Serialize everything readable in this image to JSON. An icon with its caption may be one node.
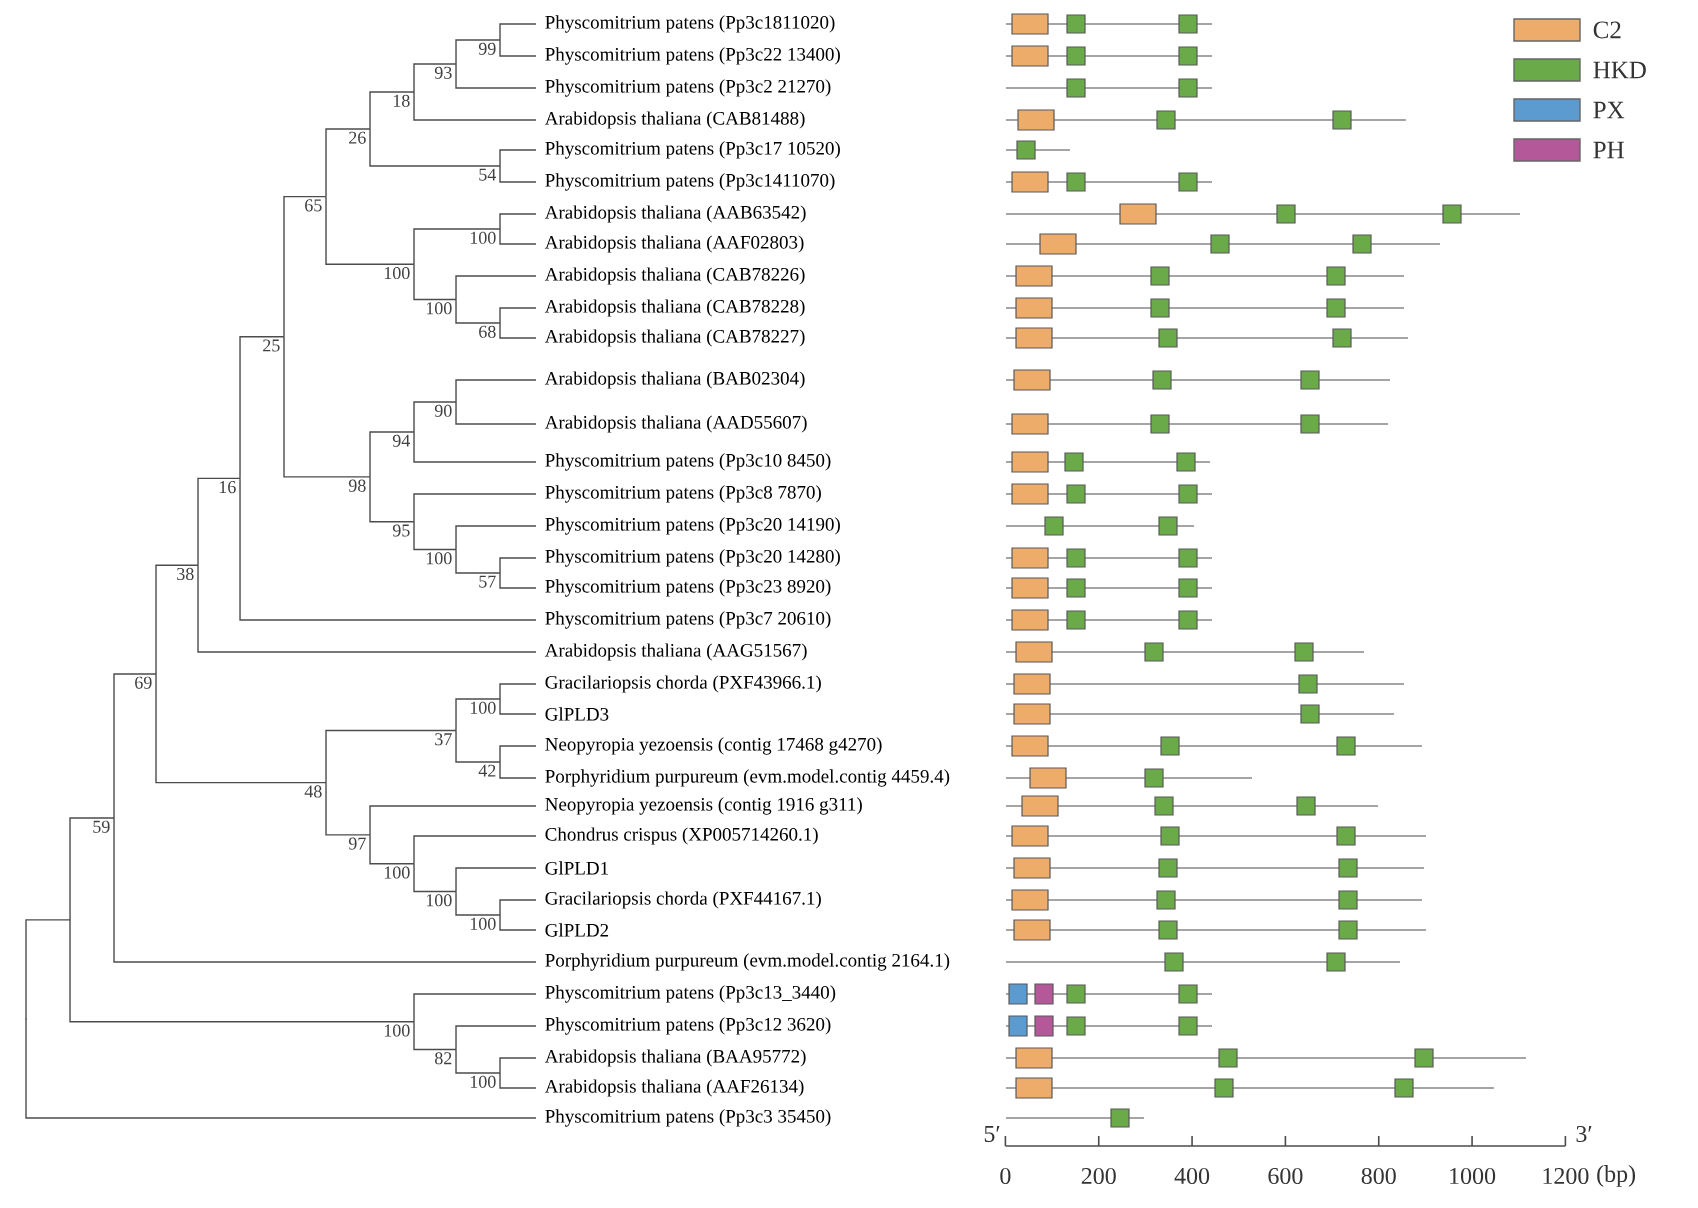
{
  "diagram": {
    "nodes": [
      {
        "text": [
          "Physcomitrium patens (Pp3c1811020)"
        ]
      },
      {
        "text": [
          "Physcomitrium patens (Pp3c22 13400)"
        ]
      },
      {
        "text": [
          "Physcomitrium patens (Pp3c2 21270)"
        ]
      },
      {
        "text": [
          "Arabidopsis thaliana (CAB81488)"
        ]
      },
      {
        "text": [
          "Physcomitrium patens (Pp3c17 10520)"
        ]
      },
      {
        "text": [
          "Physcomitrium patens (Pp3c1411070)"
        ]
      },
      {
        "text": [
          "Arabidopsis thaliana (AAB63542)"
        ]
      },
      {
        "text": [
          "Arabidopsis thaliana (AAF02803)"
        ]
      },
      {
        "text": [
          "Arabidopsis thaliana (CAB78226)"
        ]
      },
      {
        "text": [
          "Arabidopsis thaliana (CAB78228)"
        ]
      },
      {
        "text": [
          "Arabidopsis thaliana (CAB78227)"
        ]
      },
      {
        "text": [
          "Arabidopsis thaliana (BAB02304)"
        ]
      },
      {
        "text": [
          "Arabidopsis thaliana (AAD55607)"
        ]
      },
      {
        "text": [
          "Physcomitrium patens (Pp3c10 8450)"
        ]
      },
      {
        "text": [
          "Physcomitrium patens (Pp3c8 7870)"
        ]
      },
      {
        "text": [
          "Physcomitrium patens (Pp3c20 14190)"
        ]
      },
      {
        "text": [
          "Physcomitrium patens (Pp3c20 14280)"
        ]
      },
      {
        "text": [
          "Physcomitrium patens (Pp3c23 8920)"
        ]
      },
      {
        "text": [
          "Physcomitrium patens (Pp3c7 20610)"
        ]
      },
      {
        "text": [
          "Arabidopsis thaliana (AAG51567)"
        ]
      },
      {
        "text": [
          "Gracilariopsis chorda (PXF43966.1)"
        ]
      },
      {
        "text": [
          "GlPLD3"
        ]
      },
      {
        "text": [
          "Neopyropia yezoensis (contig 17468 g4270)"
        ]
      },
      {
        "text": [
          "Porphyridium purpureum (evm.model.contig 4459.4)"
        ]
      },
      {
        "text": [
          "Neopyropia yezoensis (contig 1916 g311)"
        ]
      },
      {
        "text": [
          "Chondrus crispus (XP005714260.1)"
        ]
      },
      {
        "text": [
          "GlPLD1"
        ]
      },
      {
        "text": [
          "Gracilariopsis chorda (PXF44167.1)"
        ]
      },
      {
        "text": [
          "GlPLD2"
        ]
      },
      {
        "text": [
          "Porphyridium purpureum (evm.model.contig 2164.1)"
        ]
      },
      {
        "text": [
          "Physcomitrium patens (Pp3c13_3440)"
        ]
      },
      {
        "text": [
          "Physcomitrium patens (Pp3c12 3620)"
        ]
      },
      {
        "text": [
          "Arabidopsis thaliana (BAA95772)"
        ]
      },
      {
        "text": [
          "Arabidopsis thaliana (AAF26134)"
        ]
      },
      {
        "text": [
          "Physcomitrium patens (Pp3c3 35450)"
        ]
      },
      {
        "text": [
          "99"
        ]
      },
      {
        "text": [
          "93"
        ]
      },
      {
        "text": [
          "18"
        ]
      },
      {
        "text": [
          "54"
        ]
      },
      {
        "text": [
          "26"
        ]
      },
      {
        "text": [
          "100"
        ]
      },
      {
        "text": [
          "68"
        ]
      },
      {
        "text": [
          "100"
        ]
      },
      {
        "text": [
          "100"
        ]
      },
      {
        "text": [
          "65"
        ]
      },
      {
        "text": [
          "90"
        ]
      },
      {
        "text": [
          "94"
        ]
      },
      {
        "text": [
          "57"
        ]
      },
      {
        "text": [
          "100"
        ]
      },
      {
        "text": [
          "95"
        ]
      },
      {
        "text": [
          "98"
        ]
      },
      {
        "text": [
          "25"
        ]
      },
      {
        "text": [
          "16"
        ]
      },
      {
        "text": [
          "38"
        ]
      },
      {
        "text": [
          "100"
        ]
      },
      {
        "text": [
          "42"
        ]
      },
      {
        "text": [
          "37"
        ]
      },
      {
        "text": [
          "100"
        ]
      },
      {
        "text": [
          "100"
        ]
      },
      {
        "text": [
          "100"
        ]
      },
      {
        "text": [
          "97"
        ]
      },
      {
        "text": [
          "48"
        ]
      },
      {
        "text": [
          "69"
        ]
      },
      {
        "text": [
          "59"
        ]
      },
      {
        "text": [
          "100"
        ]
      },
      {
        "text": [
          "82"
        ]
      },
      {
        "text": [
          "100"
        ]
      },
      {
        "text": [],
        "shape": "point"
      },
      {
        "text": [],
        "shape": "point"
      }
    ],
    "edges": [
      {
        "from": 35,
        "to": 0,
        "arrow": "none"
      },
      {
        "from": 35,
        "to": 1,
        "arrow": "none"
      },
      {
        "from": 36,
        "to": 35,
        "arrow": "none"
      },
      {
        "from": 36,
        "to": 2,
        "arrow": "none"
      },
      {
        "from": 37,
        "to": 36,
        "arrow": "none"
      },
      {
        "from": 37,
        "to": 3,
        "arrow": "none"
      },
      {
        "from": 38,
        "to": 4,
        "arrow": "none"
      },
      {
        "from": 38,
        "to": 5,
        "arrow": "none"
      },
      {
        "from": 39,
        "to": 37,
        "arrow": "none"
      },
      {
        "from": 39,
        "to": 38,
        "arrow": "none"
      },
      {
        "from": 40,
        "to": 6,
        "arrow": "none"
      },
      {
        "from": 40,
        "to": 7,
        "arrow": "none"
      },
      {
        "from": 41,
        "to": 9,
        "arrow": "none"
      },
      {
        "from": 41,
        "to": 10,
        "arrow": "none"
      },
      {
        "from": 42,
        "to": 8,
        "arrow": "none"
      },
      {
        "from": 42,
        "to": 41,
        "arrow": "none"
      },
      {
        "from": 43,
        "to": 40,
        "arrow": "none"
      },
      {
        "from": 43,
        "to": 42,
        "arrow": "none"
      },
      {
        "from": 44,
        "to": 39,
        "arrow": "none"
      },
      {
        "from": 44,
        "to": 43,
        "arrow": "none"
      },
      {
        "from": 45,
        "to": 11,
        "arrow": "none"
      },
      {
        "from": 45,
        "to": 12,
        "arrow": "none"
      },
      {
        "from": 46,
        "to": 45,
        "arrow": "none"
      },
      {
        "from": 46,
        "to": 13,
        "arrow": "none"
      },
      {
        "from": 47,
        "to": 16,
        "arrow": "none"
      },
      {
        "from": 47,
        "to": 17,
        "arrow": "none"
      },
      {
        "from": 48,
        "to": 15,
        "arrow": "none"
      },
      {
        "from": 48,
        "to": 47,
        "arrow": "none"
      },
      {
        "from": 49,
        "to": 14,
        "arrow": "none"
      },
      {
        "from": 49,
        "to": 48,
        "arrow": "none"
      },
      {
        "from": 50,
        "to": 46,
        "arrow": "none"
      },
      {
        "from": 50,
        "to": 49,
        "arrow": "none"
      },
      {
        "from": 51,
        "to": 44,
        "arrow": "none"
      },
      {
        "from": 51,
        "to": 50,
        "arrow": "none"
      },
      {
        "from": 52,
        "to": 51,
        "arrow": "none"
      },
      {
        "from": 52,
        "to": 18,
        "arrow": "none"
      },
      {
        "from": 53,
        "to": 52,
        "arrow": "none"
      },
      {
        "from": 53,
        "to": 19,
        "arrow": "none"
      },
      {
        "from": 54,
        "to": 20,
        "arrow": "none"
      },
      {
        "from": 54,
        "to": 21,
        "arrow": "none"
      },
      {
        "from": 55,
        "to": 22,
        "arrow": "none"
      },
      {
        "from": 55,
        "to": 23,
        "arrow": "none"
      },
      {
        "from": 56,
        "to": 54,
        "arrow": "none"
      },
      {
        "from": 56,
        "to": 55,
        "arrow": "none"
      },
      {
        "from": 57,
        "to": 27,
        "arrow": "none"
      },
      {
        "from": 57,
        "to": 28,
        "arrow": "none"
      },
      {
        "from": 58,
        "to": 26,
        "arrow": "none"
      },
      {
        "from": 58,
        "to": 57,
        "arrow": "none"
      },
      {
        "from": 59,
        "to": 25,
        "arrow": "none"
      },
      {
        "from": 59,
        "to": 58,
        "arrow": "none"
      },
      {
        "from": 60,
        "to": 24,
        "arrow": "none"
      },
      {
        "from": 60,
        "to": 59,
        "arrow": "none"
      },
      {
        "from": 61,
        "to": 56,
        "arrow": "none"
      },
      {
        "from": 61,
        "to": 60,
        "arrow": "none"
      },
      {
        "from": 62,
        "to": 53,
        "arrow": "none"
      },
      {
        "from": 62,
        "to": 61,
        "arrow": "none"
      },
      {
        "from": 63,
        "to": 62,
        "arrow": "none"
      },
      {
        "from": 63,
        "to": 29,
        "arrow": "none"
      },
      {
        "from": 64,
        "to": 32,
        "arrow": "none"
      },
      {
        "from": 64,
        "to": 33,
        "arrow": "none"
      },
      {
        "from": 65,
        "to": 31,
        "arrow": "none"
      },
      {
        "from": 65,
        "to": 64,
        "arrow": "none"
      },
      {
        "from": 66,
        "to": 30,
        "arrow": "none"
      },
      {
        "from": 66,
        "to": 65,
        "arrow": "none"
      },
      {
        "from": 67,
        "to": 63,
        "arrow": "none"
      },
      {
        "from": 67,
        "to": 66,
        "arrow": "none"
      },
      {
        "from": 68,
        "to": 67,
        "arrow": "none"
      },
      {
        "from": 68,
        "to": 34,
        "arrow": "none"
      }
    ],
    "labels": [
      "5′",
      "3′",
      "0",
      "200",
      "400",
      "600",
      "800",
      "1000",
      "1200",
      "(bp)"
    ],
    "legend": [
      {
        "text": "C2",
        "color": "#eeac6b"
      },
      {
        "text": "HKD",
        "color": "#6aaa48"
      },
      {
        "text": "PX",
        "color": "#5b9bd0"
      },
      {
        "text": "PH",
        "color": "#b4589a"
      }
    ]
  }
}
